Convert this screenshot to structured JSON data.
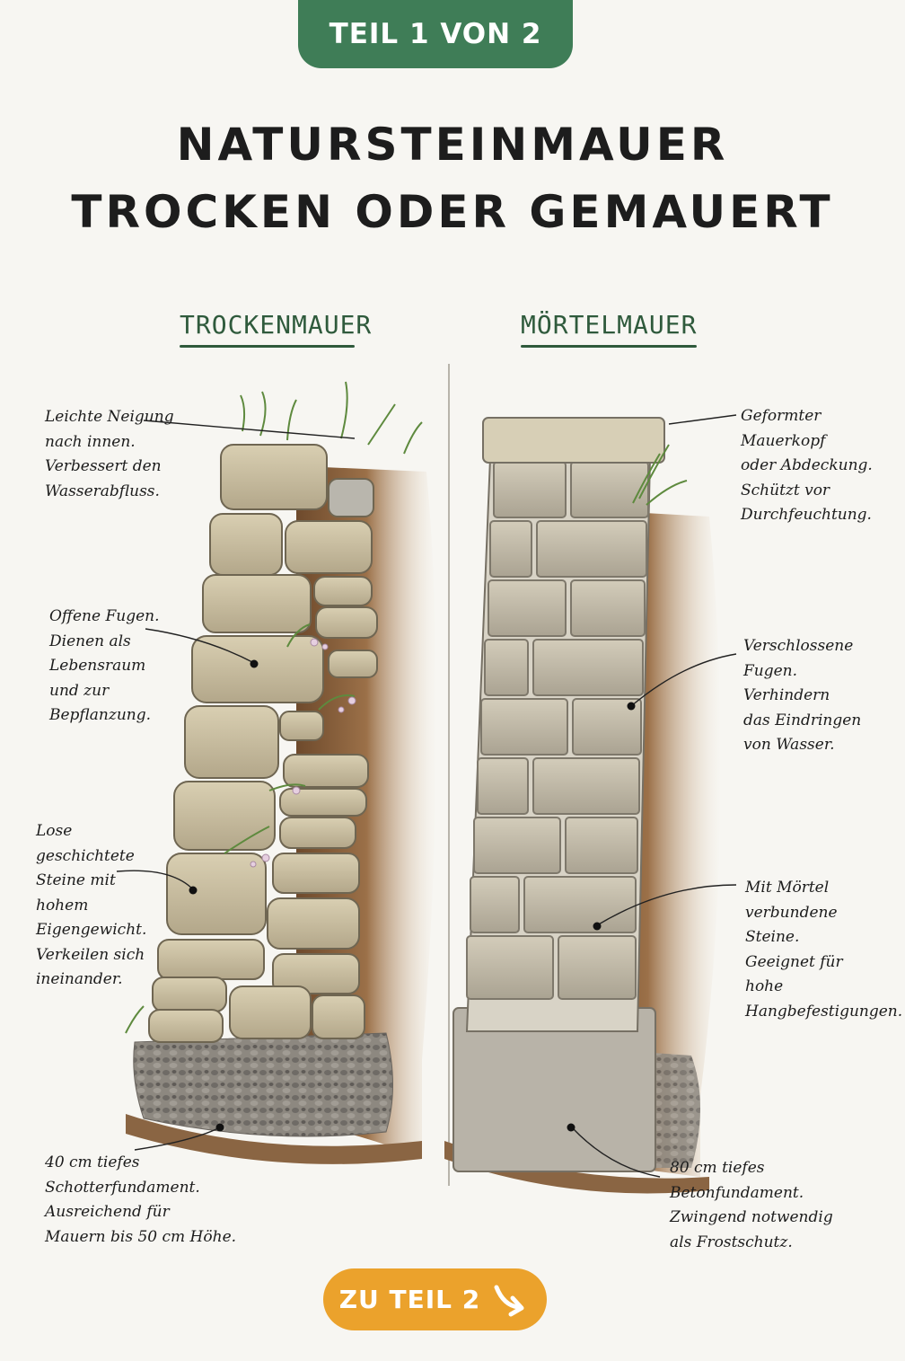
{
  "badge": "TEIL 1 VON 2",
  "title": {
    "line1": "NATURSTEINMAUER",
    "line2": "TROCKEN ODER GEMAUERT"
  },
  "columns": {
    "left": "TROCKENMAUER",
    "right": "MÖRTELMAUER"
  },
  "notes": {
    "left": [
      [
        "Leichte Neigung",
        "nach innen.",
        "Verbessert den",
        "Wasserabfluss."
      ],
      [
        "Offene Fugen.",
        "Dienen als",
        "Lebensraum",
        "und zur",
        "Bepflanzung."
      ],
      [
        "Lose",
        "geschichtete",
        "Steine mit",
        "hohem",
        "Eigengewicht.",
        "Verkeilen sich",
        "ineinander."
      ],
      [
        "40 cm tiefes",
        "Schotterfundament.",
        "Ausreichend für",
        "Mauern bis 50 cm Höhe."
      ]
    ],
    "right": [
      [
        "Geformter",
        "Mauerkopf",
        "oder Abdeckung.",
        "Schützt vor",
        "Durchfeuchtung."
      ],
      [
        "Verschlossene",
        "Fugen.",
        "Verhindern",
        "das Eindringen",
        "von Wasser."
      ],
      [
        "Mit Mörtel",
        "verbundene",
        "Steine.",
        "Geeignet für",
        "hohe",
        "Hangbefestigungen."
      ],
      [
        "80 cm tiefes",
        "Betonfundament.",
        "Zwingend notwendig",
        "als Frostschutz."
      ]
    ]
  },
  "cta": {
    "label": "ZU TEIL 2",
    "icon": "arrow-down-right-icon"
  },
  "colors": {
    "badge": "#3f7d57",
    "cta": "#eba22c",
    "heading": "#2f5a3c"
  }
}
